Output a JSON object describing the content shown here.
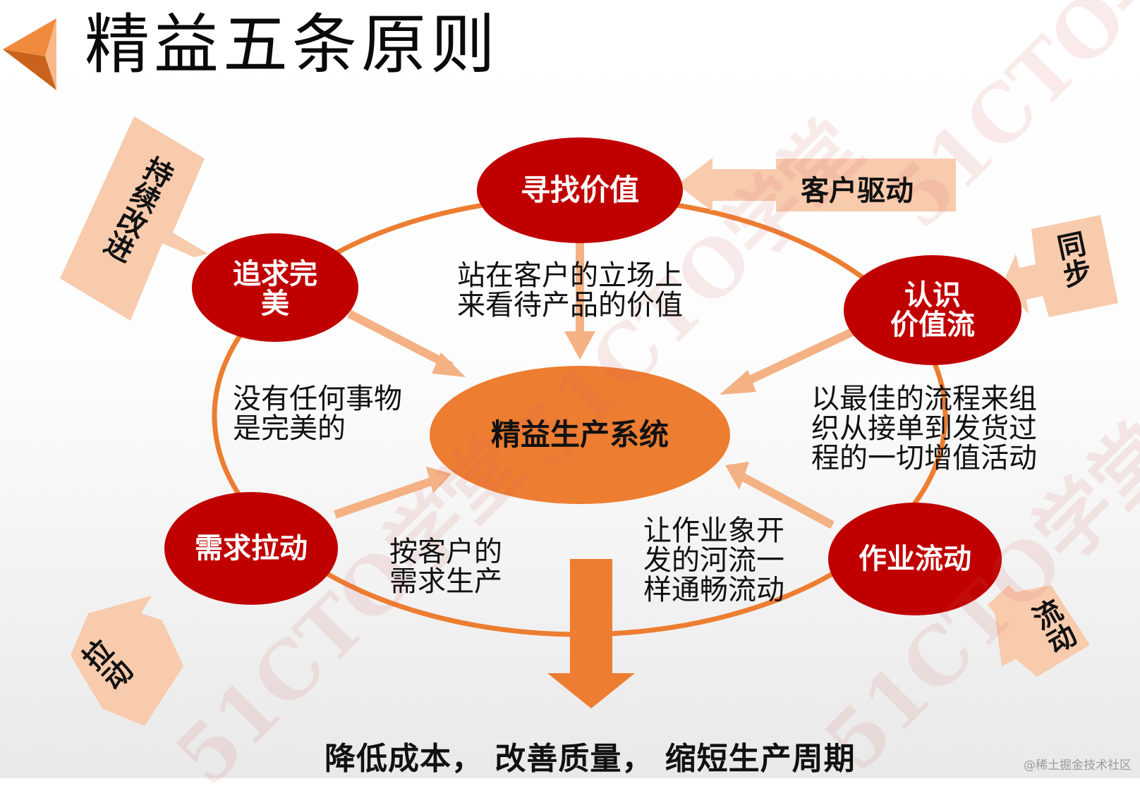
{
  "title": "精益五条原则",
  "center": {
    "label": "精益生产系统"
  },
  "principles": [
    {
      "id": "value",
      "label": "寻找价值",
      "description": "站在客户的立场上\n来看待产品的价值",
      "driver": "客户驱动"
    },
    {
      "id": "value-stream",
      "label": "认识\n价值流",
      "description": "以最佳的流程来组\n织从接单到发货过\n程的一切增值活动",
      "driver": "同步"
    },
    {
      "id": "flow",
      "label": "作业流动",
      "description": "让作业象开\n发的河流一\n样通畅流动",
      "driver": "流动"
    },
    {
      "id": "pull",
      "label": "需求拉动",
      "description": "按客户的\n需求生产",
      "driver": "拉动"
    },
    {
      "id": "perfection",
      "label": "追求完\n美",
      "description": "没有任何事物\n是完美的",
      "driver": "持续改进"
    }
  ],
  "result": "降低成本， 改善质量， 缩短生产周期",
  "watermark": "51CTO学堂",
  "credit": "@稀土掘金技术社区",
  "colors": {
    "node_red": "#c00000",
    "center_orange": "#ed7d31",
    "ring": "#ed7d31",
    "arrow_light": "#f4b183",
    "tag_fill": "#f8cbad",
    "big_arrow": "#ed7d31"
  }
}
